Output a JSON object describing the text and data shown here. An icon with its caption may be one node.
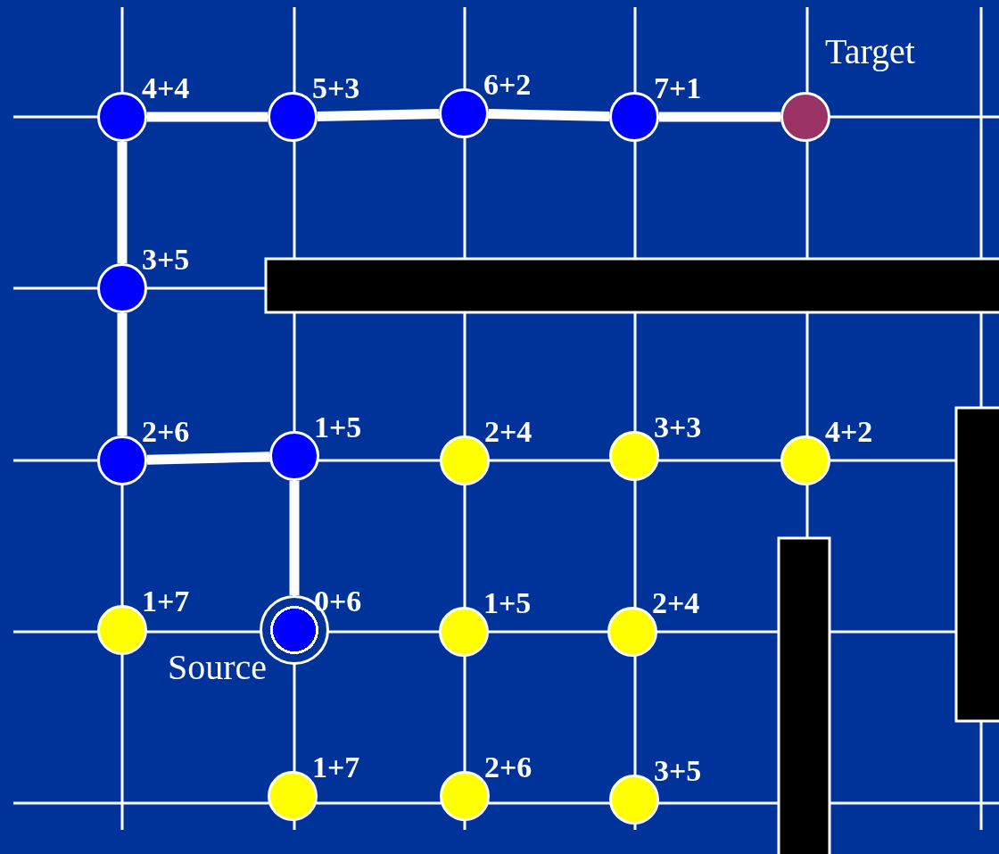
{
  "diagram": {
    "nodes": [
      {
        "text": [
          "4+4"
        ]
      },
      {
        "text": [
          "5+3"
        ]
      },
      {
        "text": [
          "6+2"
        ]
      },
      {
        "text": [
          "7+1"
        ]
      },
      {
        "text": [
          "Target"
        ]
      },
      {
        "text": [
          "3+5"
        ]
      },
      {
        "text": [
          "2+6"
        ]
      },
      {
        "text": [
          "1+5"
        ]
      },
      {
        "text": [
          "2+4"
        ]
      },
      {
        "text": [
          "3+3"
        ]
      },
      {
        "text": [
          "4+2"
        ]
      },
      {
        "text": [
          "1+7"
        ]
      },
      {
        "text": [
          "0+6"
        ],
        "beside": [
          "Source"
        ]
      },
      {
        "text": [
          "1+5"
        ]
      },
      {
        "text": [
          "2+4"
        ]
      },
      {
        "text": [
          "1+7"
        ]
      },
      {
        "text": [
          "2+6"
        ]
      },
      {
        "text": [
          "3+5"
        ]
      },
      {
        "text": [],
        "shape": "box"
      },
      {
        "text": [],
        "shape": "box"
      },
      {
        "text": [],
        "shape": "box"
      }
    ],
    "edges": [
      {
        "from": 12,
        "to": 7,
        "arrow": "none"
      },
      {
        "from": 7,
        "to": 6,
        "arrow": "none"
      },
      {
        "from": 6,
        "to": 5,
        "arrow": "none"
      },
      {
        "from": 5,
        "to": 0,
        "arrow": "none"
      },
      {
        "from": 0,
        "to": 1,
        "arrow": "none"
      },
      {
        "from": 1,
        "to": 2,
        "arrow": "none"
      },
      {
        "from": 2,
        "to": 3,
        "arrow": "none"
      },
      {
        "from": 3,
        "to": 4,
        "arrow": "none"
      }
    ]
  }
}
